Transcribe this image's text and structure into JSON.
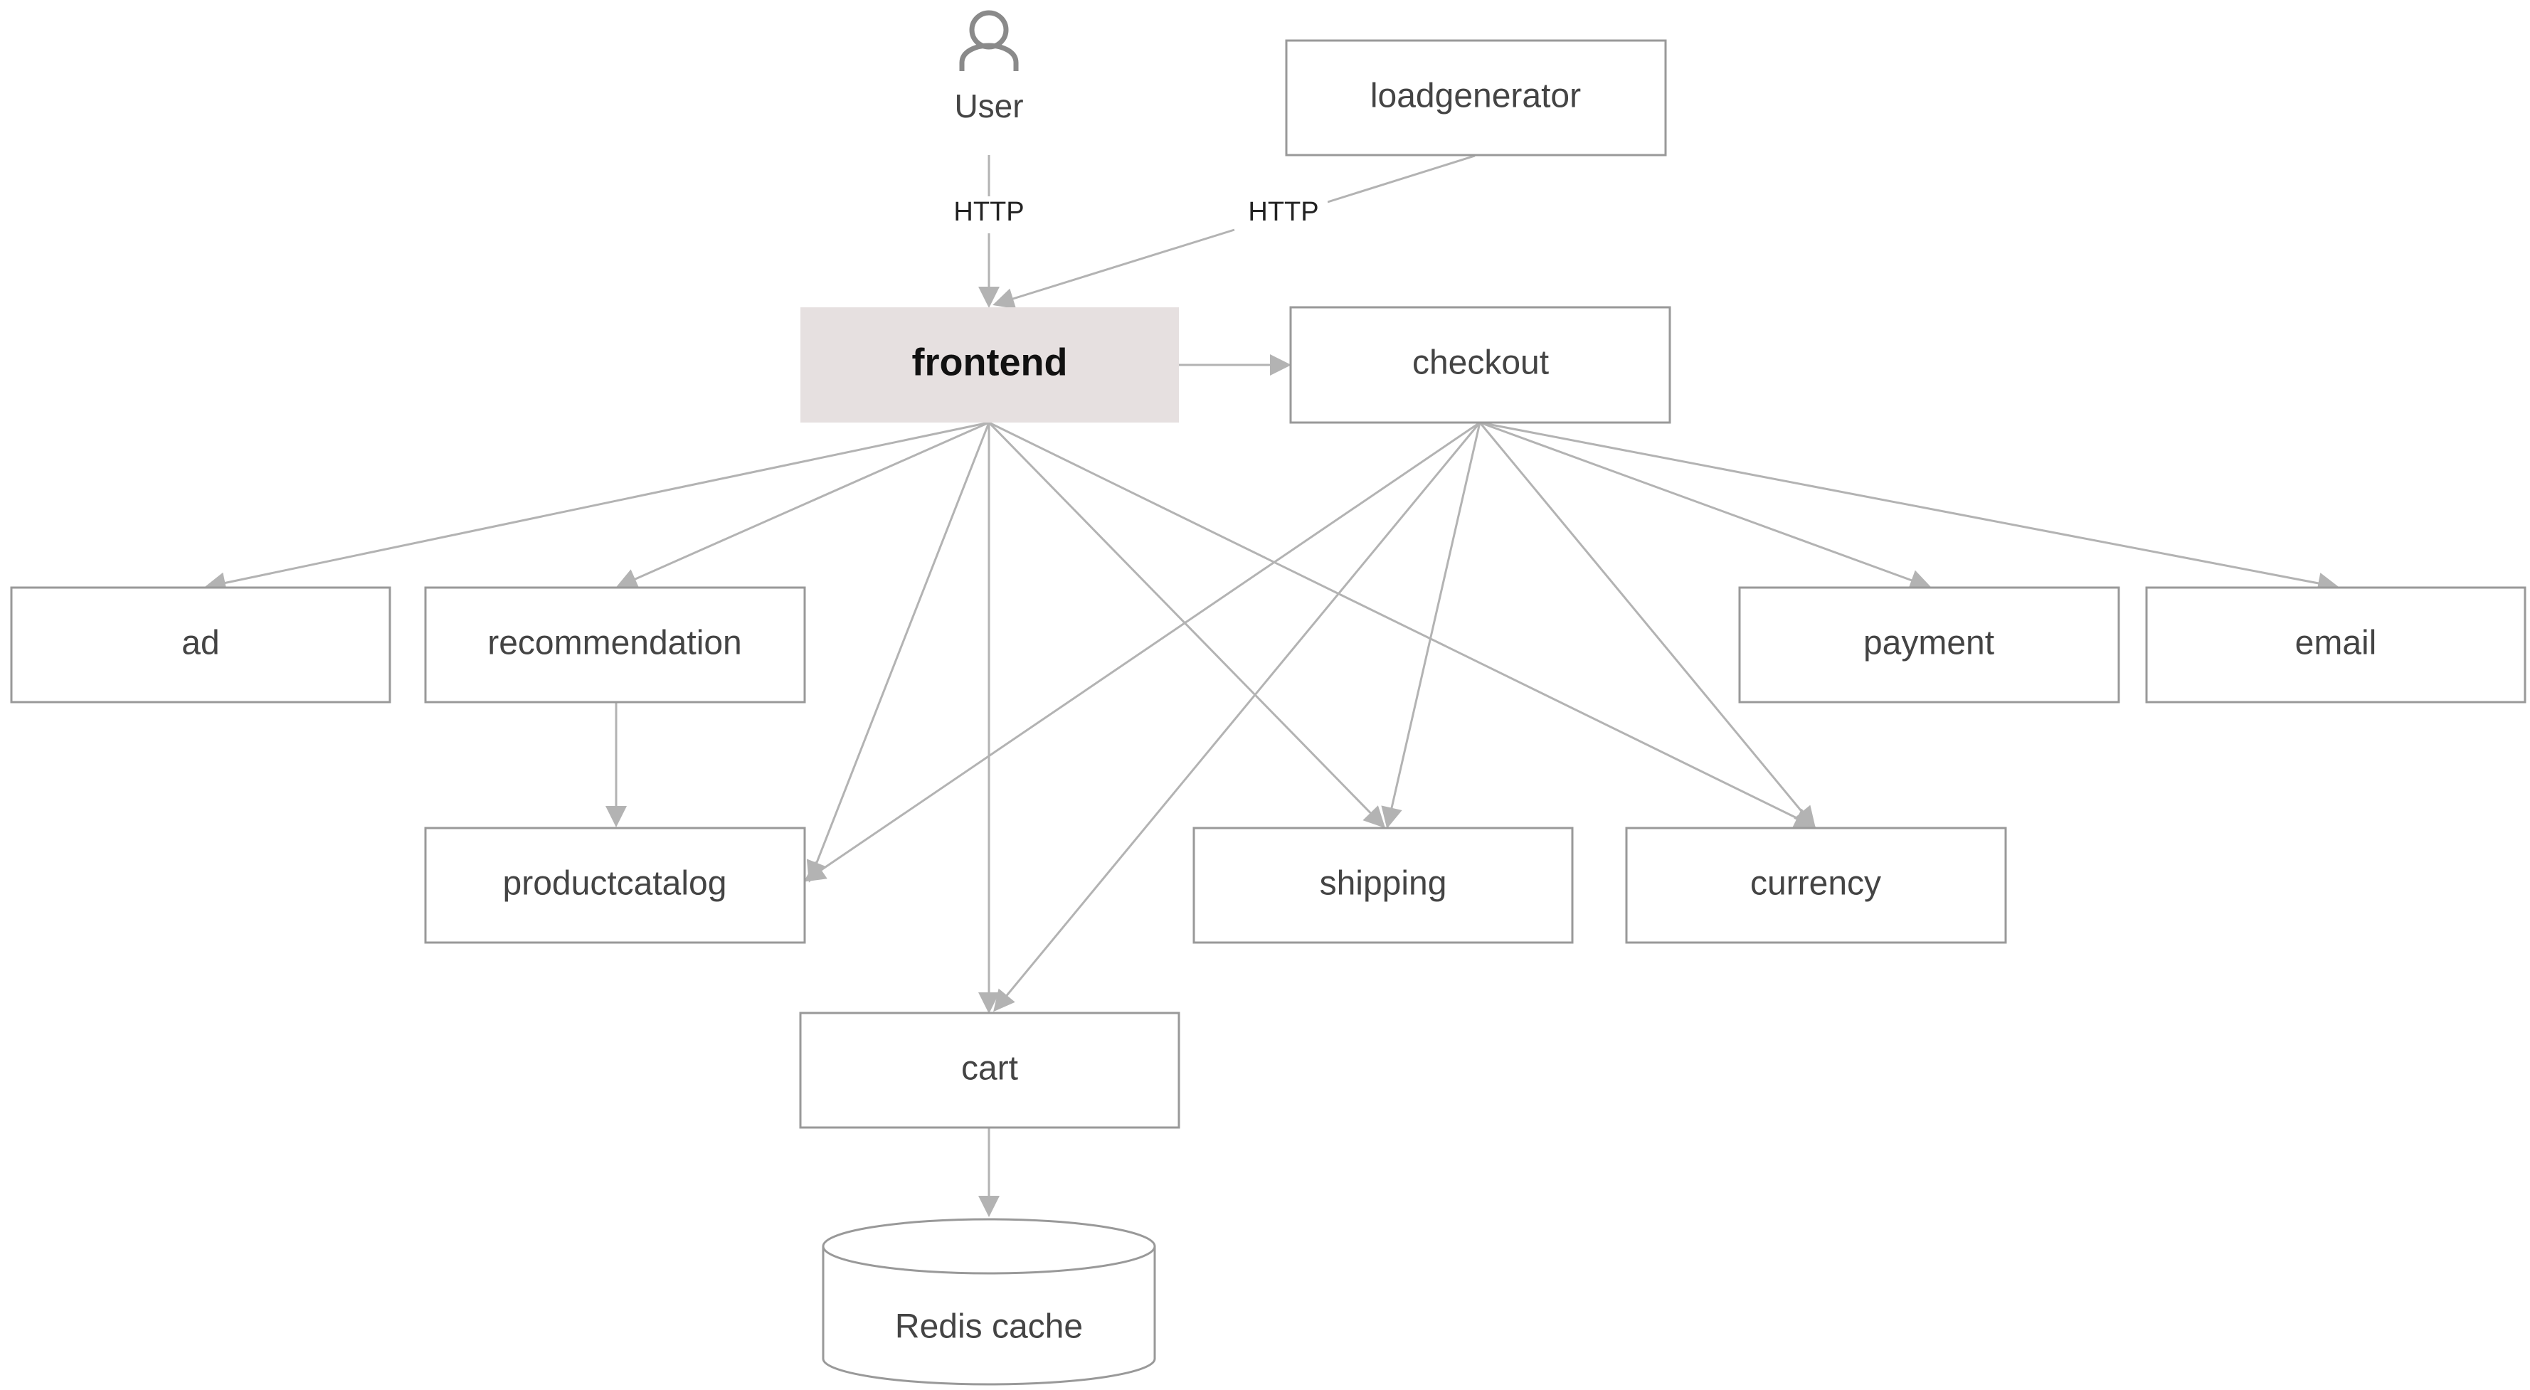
{
  "diagram": {
    "colors": {
      "edge": "#b3b3b3",
      "box_stroke": "#999999",
      "box_fill": "#ffffff",
      "highlight_fill": "#e6e0e0",
      "text": "#444444",
      "highlight_text": "#111111",
      "http_text": "#222222",
      "user_icon": "#8a8a8a"
    },
    "user": {
      "label": "User",
      "icon": "user-icon"
    },
    "nodes": {
      "loadgenerator": "loadgenerator",
      "frontend": "frontend",
      "checkout": "checkout",
      "ad": "ad",
      "recommendation": "recommendation",
      "payment": "payment",
      "email": "email",
      "productcatalog": "productcatalog",
      "shipping": "shipping",
      "currency": "currency",
      "cart": "cart",
      "redis": "Redis cache"
    },
    "edge_labels": {
      "user_http": "HTTP",
      "loadgen_http": "HTTP"
    },
    "edges": [
      {
        "from": "user",
        "to": "frontend",
        "label": "HTTP"
      },
      {
        "from": "loadgenerator",
        "to": "frontend",
        "label": "HTTP"
      },
      {
        "from": "frontend",
        "to": "checkout"
      },
      {
        "from": "frontend",
        "to": "ad"
      },
      {
        "from": "frontend",
        "to": "recommendation"
      },
      {
        "from": "frontend",
        "to": "productcatalog"
      },
      {
        "from": "frontend",
        "to": "cart"
      },
      {
        "from": "frontend",
        "to": "shipping"
      },
      {
        "from": "frontend",
        "to": "currency"
      },
      {
        "from": "checkout",
        "to": "productcatalog"
      },
      {
        "from": "checkout",
        "to": "cart"
      },
      {
        "from": "checkout",
        "to": "shipping"
      },
      {
        "from": "checkout",
        "to": "currency"
      },
      {
        "from": "checkout",
        "to": "payment"
      },
      {
        "from": "checkout",
        "to": "email"
      },
      {
        "from": "recommendation",
        "to": "productcatalog"
      },
      {
        "from": "cart",
        "to": "redis"
      }
    ]
  }
}
